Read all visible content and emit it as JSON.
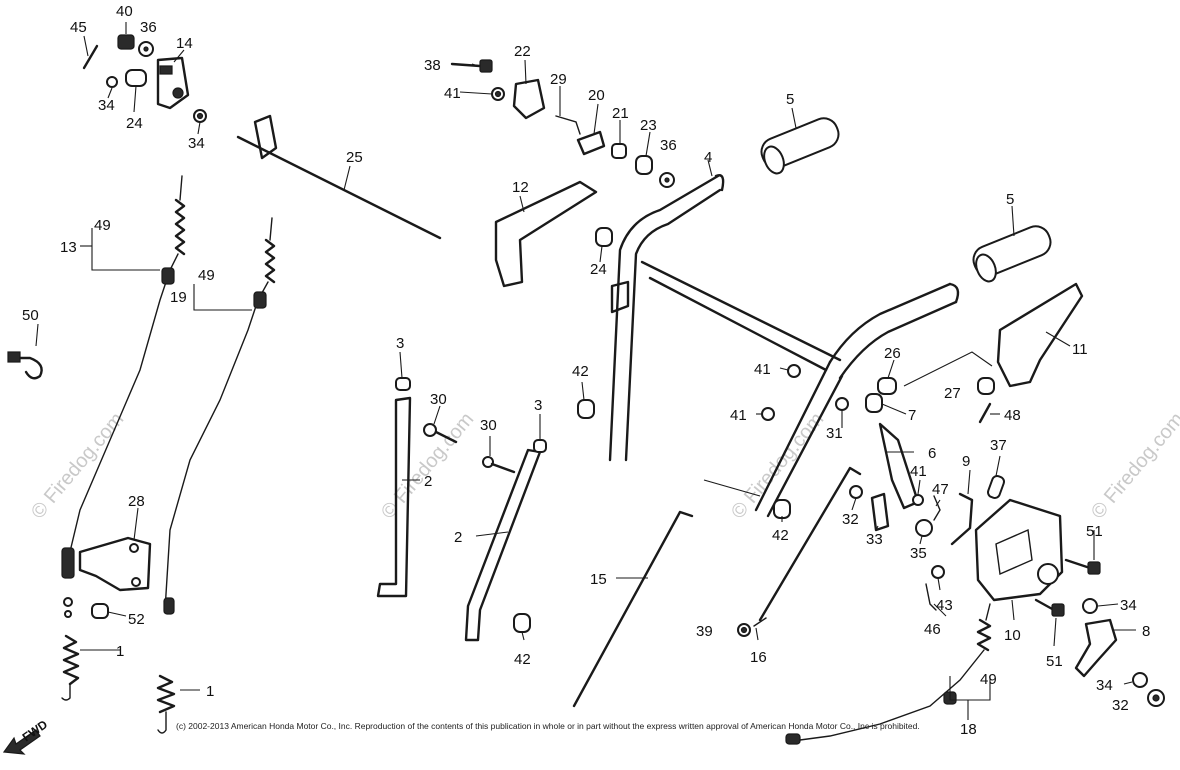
{
  "callouts": [
    {
      "id": "c45",
      "label": "45"
    },
    {
      "id": "c40",
      "label": "40"
    },
    {
      "id": "c36a",
      "label": "36"
    },
    {
      "id": "c14",
      "label": "14"
    },
    {
      "id": "c34a",
      "label": "34"
    },
    {
      "id": "c24a",
      "label": "24"
    },
    {
      "id": "c34b",
      "label": "34"
    },
    {
      "id": "c25",
      "label": "25"
    },
    {
      "id": "c13",
      "label": "13"
    },
    {
      "id": "c49a",
      "label": "49"
    },
    {
      "id": "c19",
      "label": "19"
    },
    {
      "id": "c49b",
      "label": "49"
    },
    {
      "id": "c50",
      "label": "50"
    },
    {
      "id": "c28",
      "label": "28"
    },
    {
      "id": "c52",
      "label": "52"
    },
    {
      "id": "c1a",
      "label": "1"
    },
    {
      "id": "c1b",
      "label": "1"
    },
    {
      "id": "c38",
      "label": "38"
    },
    {
      "id": "c22",
      "label": "22"
    },
    {
      "id": "c41a",
      "label": "41"
    },
    {
      "id": "c29",
      "label": "29"
    },
    {
      "id": "c20",
      "label": "20"
    },
    {
      "id": "c21",
      "label": "21"
    },
    {
      "id": "c23",
      "label": "23"
    },
    {
      "id": "c36b",
      "label": "36"
    },
    {
      "id": "c4",
      "label": "4"
    },
    {
      "id": "c5a",
      "label": "5"
    },
    {
      "id": "c5b",
      "label": "5"
    },
    {
      "id": "c12",
      "label": "12"
    },
    {
      "id": "c24b",
      "label": "24"
    },
    {
      "id": "c11",
      "label": "11"
    },
    {
      "id": "c26",
      "label": "26"
    },
    {
      "id": "c27",
      "label": "27"
    },
    {
      "id": "c48",
      "label": "48"
    },
    {
      "id": "c41b",
      "label": "41"
    },
    {
      "id": "c41c",
      "label": "41"
    },
    {
      "id": "c7",
      "label": "7"
    },
    {
      "id": "c31",
      "label": "31"
    },
    {
      "id": "c6",
      "label": "6"
    },
    {
      "id": "c37",
      "label": "37"
    },
    {
      "id": "c9",
      "label": "9"
    },
    {
      "id": "c41d",
      "label": "41"
    },
    {
      "id": "c47",
      "label": "47"
    },
    {
      "id": "c32a",
      "label": "32"
    },
    {
      "id": "c33",
      "label": "33"
    },
    {
      "id": "c35",
      "label": "35"
    },
    {
      "id": "c42a",
      "label": "42"
    },
    {
      "id": "c42b",
      "label": "42"
    },
    {
      "id": "c42c",
      "label": "42"
    },
    {
      "id": "c3a",
      "label": "3"
    },
    {
      "id": "c3b",
      "label": "3"
    },
    {
      "id": "c30a",
      "label": "30"
    },
    {
      "id": "c30b",
      "label": "30"
    },
    {
      "id": "c2a",
      "label": "2"
    },
    {
      "id": "c2b",
      "label": "2"
    },
    {
      "id": "c15",
      "label": "15"
    },
    {
      "id": "c39",
      "label": "39"
    },
    {
      "id": "c16",
      "label": "16"
    },
    {
      "id": "c43",
      "label": "43"
    },
    {
      "id": "c46",
      "label": "46"
    },
    {
      "id": "c10",
      "label": "10"
    },
    {
      "id": "c51a",
      "label": "51"
    },
    {
      "id": "c51b",
      "label": "51"
    },
    {
      "id": "c34c",
      "label": "34"
    },
    {
      "id": "c8",
      "label": "8"
    },
    {
      "id": "c34d",
      "label": "34"
    },
    {
      "id": "c32b",
      "label": "32"
    },
    {
      "id": "c49c",
      "label": "49"
    },
    {
      "id": "c18",
      "label": "18"
    }
  ],
  "watermark": {
    "text": "© Firedog.com"
  },
  "copyright": "(c) 2002-2013 American Honda Motor Co., Inc. Reproduction of the contents of this publication in whole or in part without the express written approval of American Honda Motor Co., Inc is prohibited.",
  "direction_marker": {
    "label": "FWD"
  }
}
